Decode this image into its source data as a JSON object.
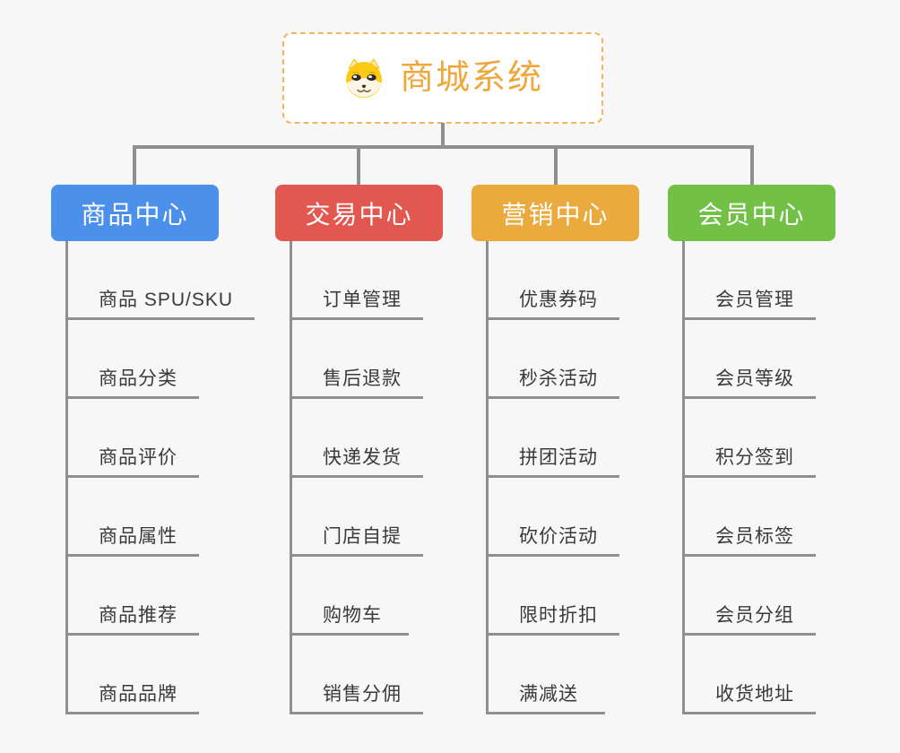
{
  "root": {
    "title": "商城系统",
    "icon": "shiba-dog-icon",
    "accent_color": "#efa73c",
    "border_color": "#f2b45c"
  },
  "connector_color": "#8f8f8f",
  "branches": [
    {
      "label": "商品中心",
      "color": "#4b90ea",
      "items": [
        "商品 SPU/SKU",
        "商品分类",
        "商品评价",
        "商品属性",
        "商品推荐",
        "商品品牌"
      ]
    },
    {
      "label": "交易中心",
      "color": "#e2574f",
      "items": [
        "订单管理",
        "售后退款",
        "快递发货",
        "门店自提",
        "购物车",
        "销售分佣"
      ]
    },
    {
      "label": "营销中心",
      "color": "#ebaa3e",
      "items": [
        "优惠券码",
        "秒杀活动",
        "拼团活动",
        "砍价活动",
        "限时折扣",
        "满减送"
      ]
    },
    {
      "label": "会员中心",
      "color": "#72c146",
      "items": [
        "会员管理",
        "会员等级",
        "积分签到",
        "会员标签",
        "会员分组",
        "收货地址"
      ]
    }
  ]
}
